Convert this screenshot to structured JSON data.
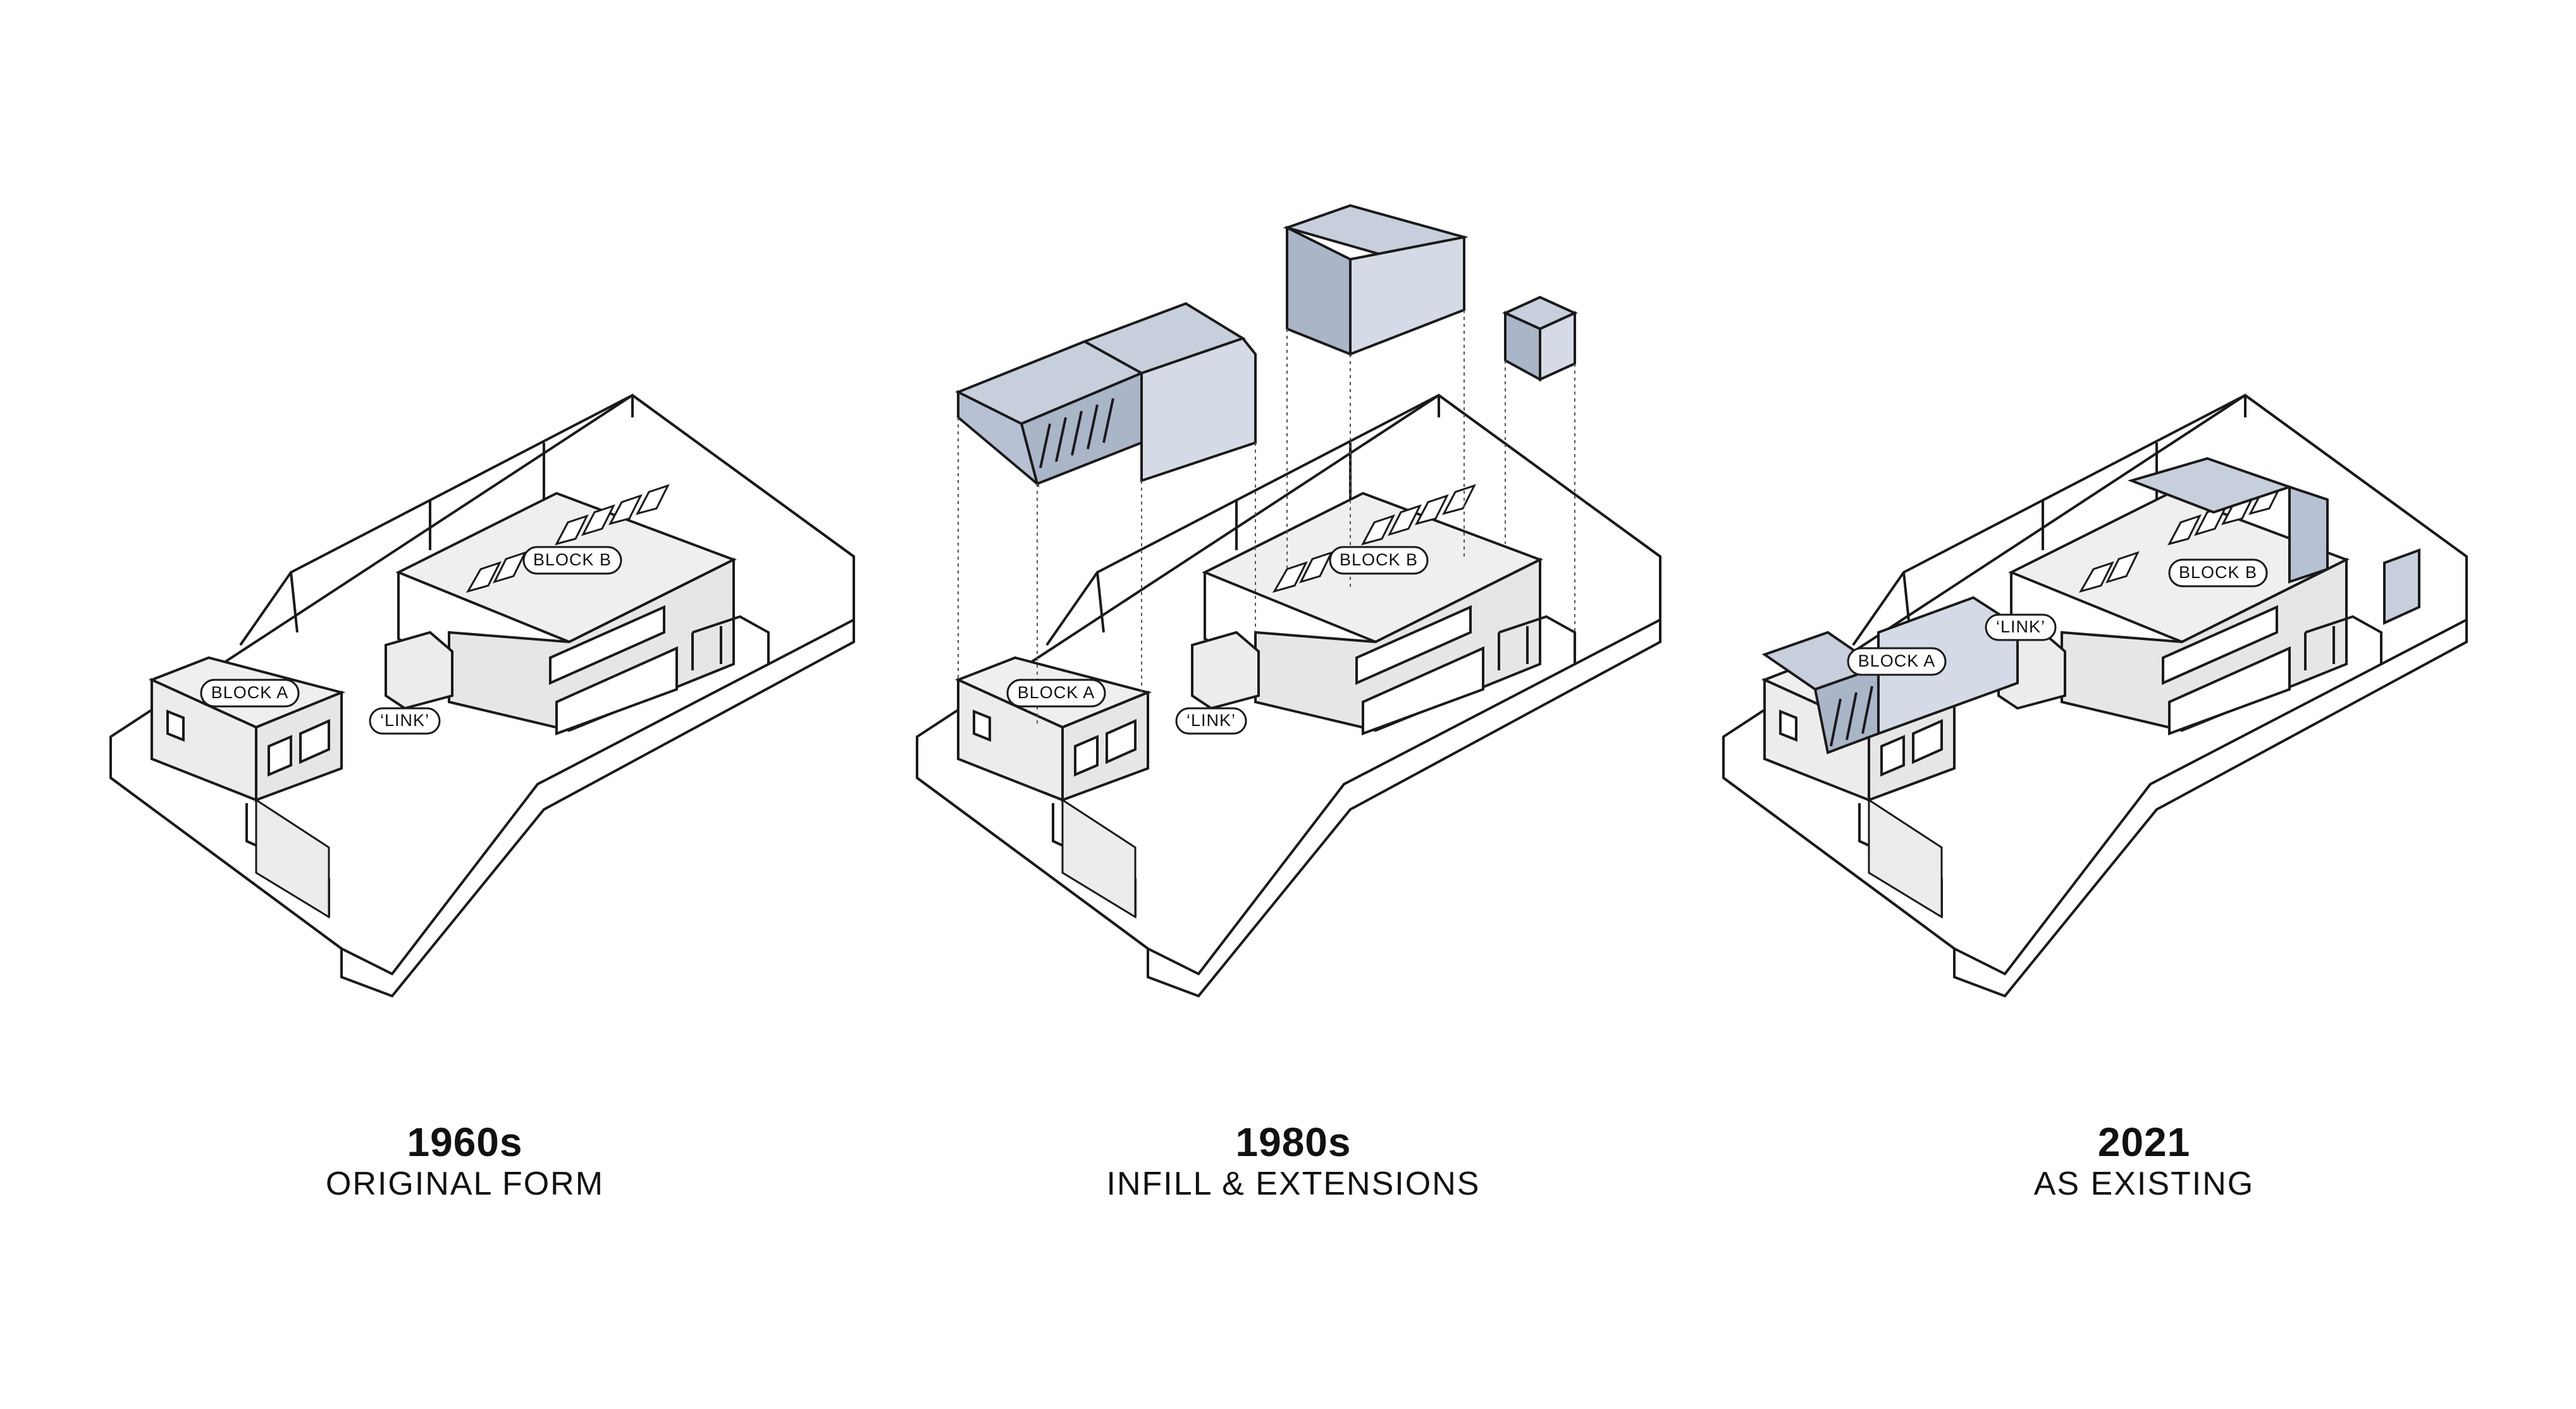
{
  "colors": {
    "background": "#ffffff",
    "line": "#1a1a1a",
    "roof": "#efefef",
    "wall": "#e6e6e6",
    "ground": "#ffffff",
    "extension": "#c7cfdc",
    "extension_dark": "#aab5c8"
  },
  "stages": [
    {
      "year": "1960s",
      "subtitle": "ORIGINAL FORM",
      "labels": {
        "block_a": "BLOCK A",
        "block_b": "BLOCK B",
        "link": "‘LINK’"
      }
    },
    {
      "year": "1980s",
      "subtitle": "INFILL & EXTENSIONS",
      "labels": {
        "block_a": "BLOCK A",
        "block_b": "BLOCK B",
        "link": "‘LINK’"
      }
    },
    {
      "year": "2021",
      "subtitle": "AS EXISTING",
      "labels": {
        "block_a": "BLOCK A",
        "block_b": "BLOCK B",
        "link": "‘LINK’"
      }
    }
  ]
}
